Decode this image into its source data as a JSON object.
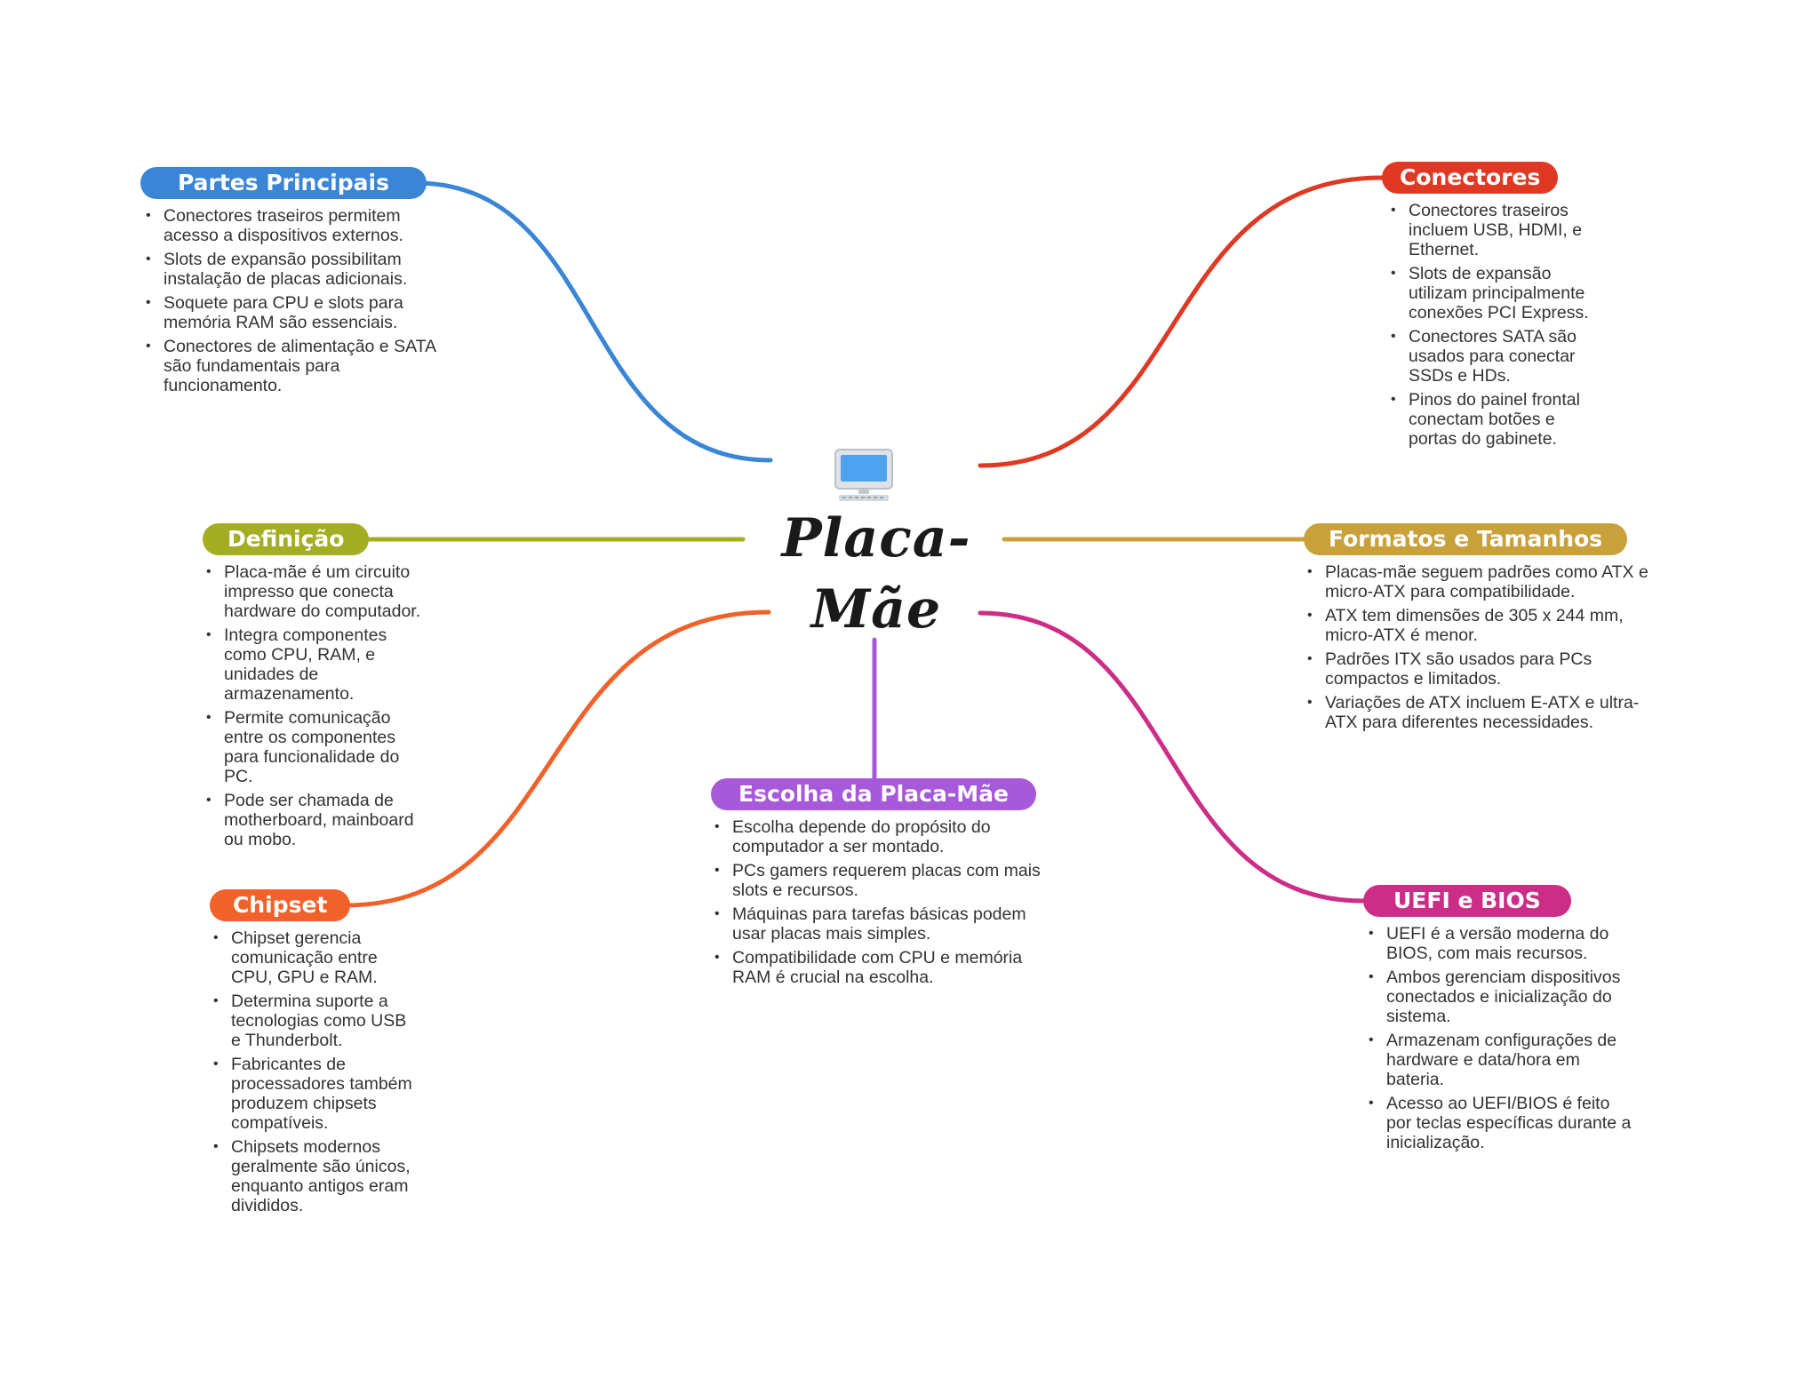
{
  "center": {
    "title": "Placa-Mãe",
    "icon": "computer-icon"
  },
  "colors": {
    "partes": "#3a85d6",
    "definicao": "#a3ae23",
    "chipset": "#f0622a",
    "escolha": "#a65ad9",
    "conectores": "#df3823",
    "formatos": "#c9a13a",
    "uefi": "#cc2d86"
  },
  "branches": [
    {
      "id": "partes",
      "title": "Partes Principais",
      "items": [
        "Conectores traseiros permitem acesso a dispositivos externos.",
        "Slots de expansão possibilitam instalação de placas adicionais.",
        "Soquete para CPU e slots para memória RAM são essenciais.",
        "Conectores de alimentação e SATA são fundamentais para funcionamento."
      ]
    },
    {
      "id": "definicao",
      "title": "Definição",
      "items": [
        "Placa-mãe é um circuito impresso que conecta hardware do computador.",
        "Integra componentes como CPU, RAM, e unidades de armazenamento.",
        "Permite comunicação entre os componentes para funcionalidade do PC.",
        "Pode ser chamada de motherboard, mainboard ou mobo."
      ]
    },
    {
      "id": "chipset",
      "title": "Chipset",
      "items": [
        "Chipset gerencia comunicação entre CPU, GPU e RAM.",
        "Determina suporte a tecnologias como USB e Thunderbolt.",
        "Fabricantes de processadores também produzem chipsets compatíveis.",
        "Chipsets modernos geralmente são únicos, enquanto antigos eram divididos."
      ]
    },
    {
      "id": "escolha",
      "title": "Escolha da Placa-Mãe",
      "items": [
        "Escolha depende do propósito do computador a ser montado.",
        "PCs gamers requerem placas com mais slots e recursos.",
        "Máquinas para tarefas básicas podem usar placas mais simples.",
        "Compatibilidade com CPU e memória RAM é crucial na escolha."
      ]
    },
    {
      "id": "conectores",
      "title": "Conectores",
      "items": [
        "Conectores traseiros incluem USB, HDMI, e Ethernet.",
        "Slots de expansão utilizam principalmente conexões PCI Express.",
        "Conectores SATA são usados para conectar SSDs e HDs.",
        "Pinos do painel frontal conectam botões e portas do gabinete."
      ]
    },
    {
      "id": "formatos",
      "title": "Formatos e Tamanhos",
      "items": [
        "Placas-mãe seguem padrões como ATX e micro-ATX para compatibilidade.",
        "ATX tem dimensões de 305 x 244 mm, micro-ATX é menor.",
        "Padrões ITX são usados para PCs compactos e limitados.",
        "Variações de ATX incluem E-ATX e ultra-ATX para diferentes necessidades."
      ]
    },
    {
      "id": "uefi",
      "title": "UEFI e BIOS",
      "items": [
        "UEFI é a versão moderna do BIOS, com mais recursos.",
        "Ambos gerenciam dispositivos conectados e inicialização do sistema.",
        "Armazenam configurações de hardware e data/hora em bateria.",
        "Acesso ao UEFI/BIOS é feito por teclas específicas durante a inicialização."
      ]
    }
  ]
}
